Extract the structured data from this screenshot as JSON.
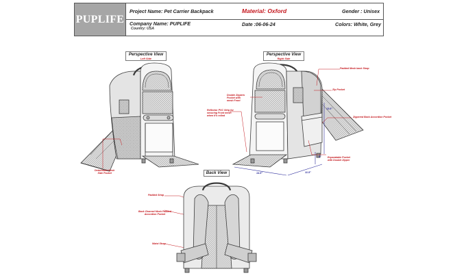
{
  "header": {
    "brand": "PUPLIFE",
    "project_label": "Project Name: Pet Carrier Backpack",
    "material_label": "Material: Oxford",
    "gender_label": "Gender : Unisex",
    "company_label": "Company Name: PUPLIFE",
    "country_label": "Country: USA",
    "date_label": "Date :06-06-24",
    "colors_label": "Colors: White, Grey"
  },
  "views": {
    "left": {
      "title": "Perspective View",
      "subtitle": "Left Side"
    },
    "right": {
      "title": "Perspective View",
      "subtitle": "Right Side"
    },
    "back": {
      "title": "Back View"
    }
  },
  "callouts": {
    "detachable_mesh": [
      "Detachable Mesh",
      "Side Pocket"
    ],
    "padded_mesh_back_strap": [
      "Padded Mesh back Strap"
    ],
    "double_zippers": [
      "Double Zippers",
      "Pocket with",
      "mesh Front"
    ],
    "zip_pocket": [
      "Zip Pocket"
    ],
    "reflector_pvc": [
      "Reflector PVC Strip for",
      "securing Front mesh",
      "when it's rolled"
    ],
    "zippered_back": [
      "Zippered Back Accordion Pocket"
    ],
    "expandable_pocket": [
      "Expandable Pocket",
      "with Double Zipper"
    ],
    "padded_strap": [
      "Padded Strap"
    ],
    "back_channel": [
      "Back Channel Mesh Padded",
      "Accordion Pocket"
    ],
    "waist_strap": [
      "Waist Strap"
    ]
  },
  "dimensions": {
    "d1": "14.5\"",
    "d2": "9\"",
    "d3": "11.5\"",
    "d4": "13.6\""
  }
}
